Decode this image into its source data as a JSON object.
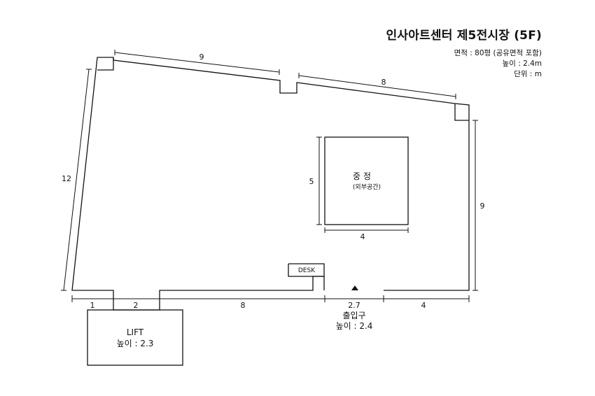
{
  "title": "인사아트센터 제5전시장 (5F)",
  "info": {
    "area": "면적 : 80평 (공유면적 포함)",
    "height": "높이 : 2.4m",
    "unit": "단위 : m"
  },
  "dimensions": {
    "top_left": "9",
    "top_right": "8",
    "left": "12",
    "right": "9",
    "bottom_1": "1",
    "bottom_2": "2",
    "bottom_3": "8",
    "bottom_4": "2.7",
    "bottom_5": "4",
    "courtyard_height": "5",
    "courtyard_width": "4"
  },
  "courtyard": {
    "title": "중 정",
    "subtitle": "(외부공간)"
  },
  "desk": "DESK",
  "lift": {
    "name": "LIFT",
    "height": "높이 : 2.3"
  },
  "entrance": {
    "name": "출입구",
    "height": "높이 : 2.4"
  }
}
